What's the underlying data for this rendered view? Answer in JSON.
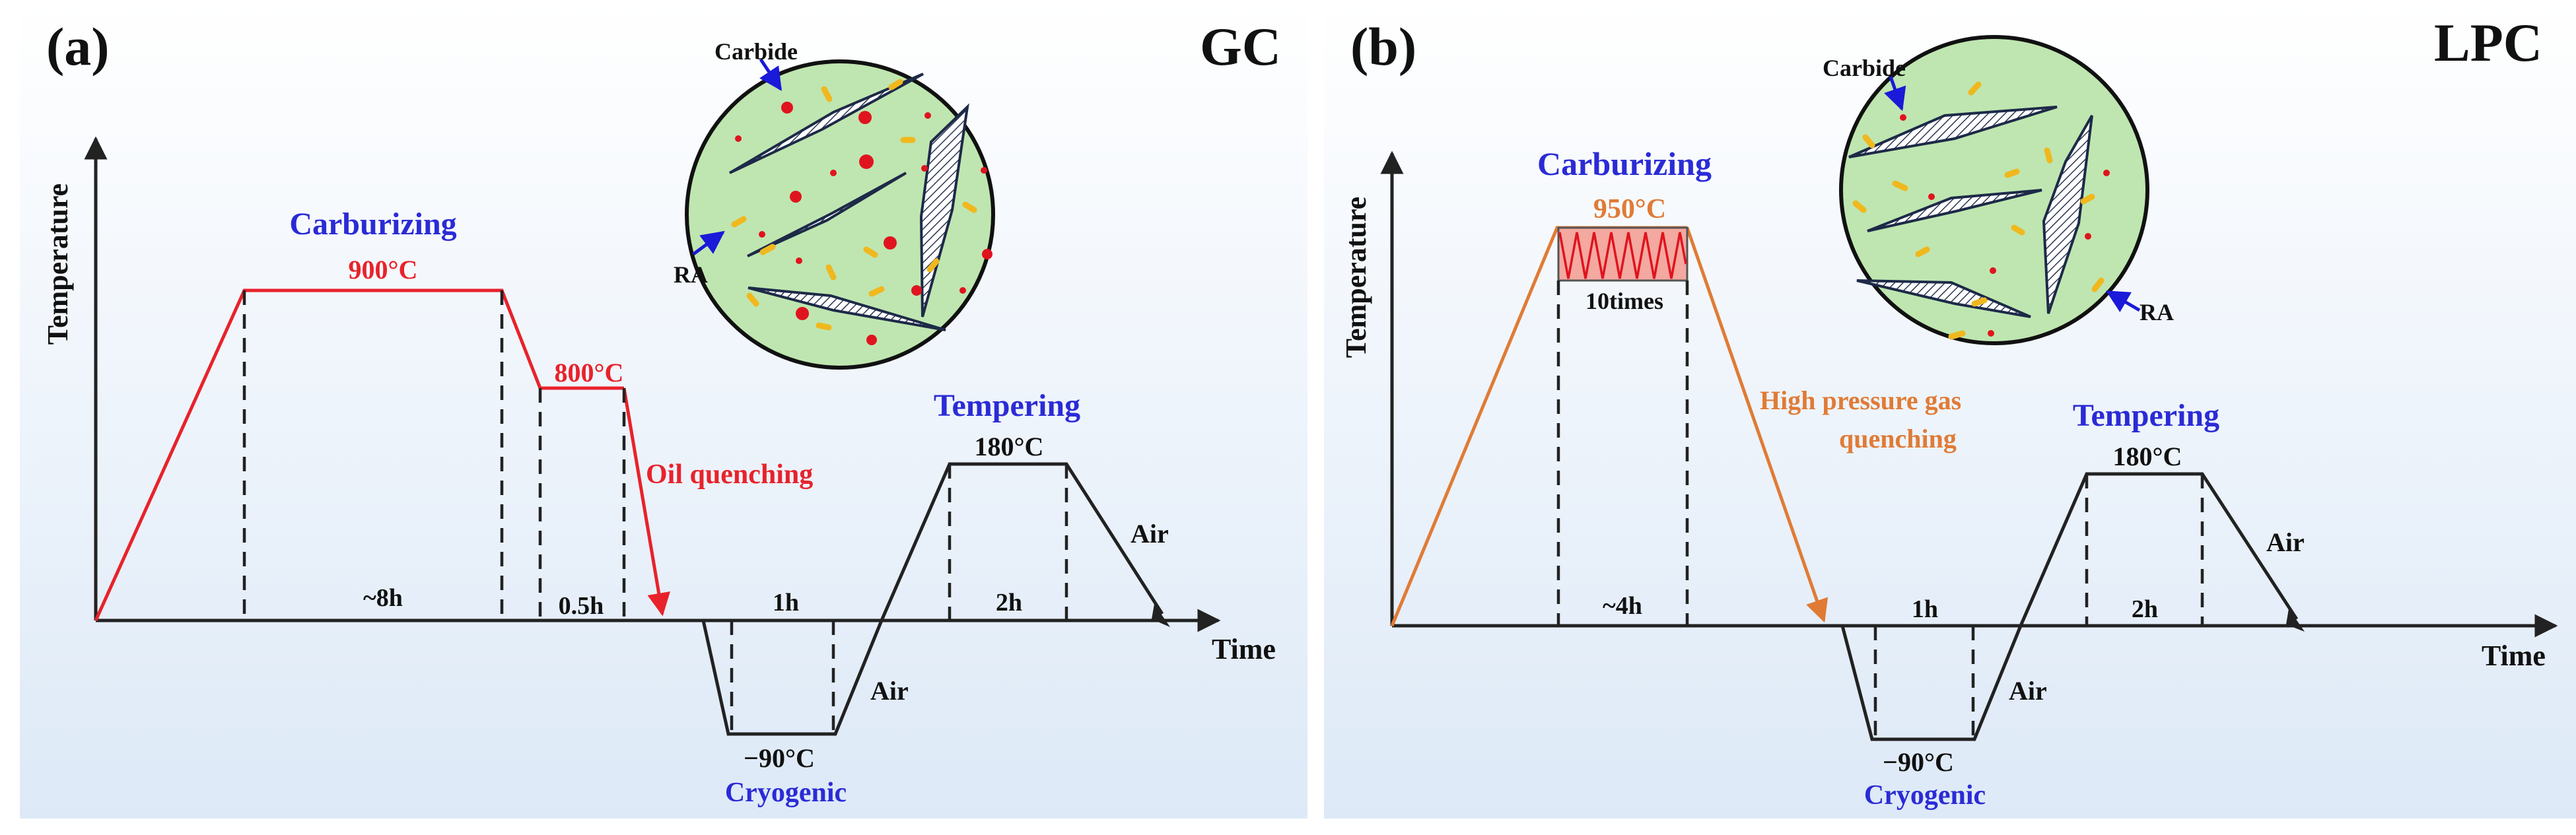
{
  "colors": {
    "panel_top": "#ffffff",
    "panel_bottom": "#dde9f7",
    "axis": "#222222",
    "red_curve": "#e8222b",
    "orange_curve": "#e07b36",
    "blue_text": "#2b2bd6",
    "dash": "#222222",
    "inset_fill": "#bfe6b0",
    "particle_red": "#e0141e",
    "particle_yellow": "#f0b81e",
    "arrow_blue": "#1a1ad8"
  },
  "panel_a": {
    "label": "(a)",
    "tag": "GC",
    "y_axis": "Temperature",
    "x_axis": "Time",
    "carburizing": "Carburizing",
    "carb_temp": "900°C",
    "diffusion_temp": "800°C",
    "quench": "Oil quenching",
    "tempering": "Tempering",
    "temper_temp": "180°C",
    "cryogenic": "Cryogenic",
    "cryo_temp": "−90°C",
    "durations": [
      "~8h",
      "0.5h",
      "1h",
      "2h"
    ],
    "air_1": "Air",
    "air_2": "Air",
    "inset": {
      "carbide": "Carbide",
      "ra": "RA"
    }
  },
  "panel_b": {
    "label": "(b)",
    "tag": "LPC",
    "y_axis": "Temperature",
    "x_axis": "Time",
    "carburizing": "Carburizing",
    "carb_temp": "950°C",
    "pulses": "10times",
    "quench_line1": "High pressure gas",
    "quench_line2": "quenching",
    "tempering": "Tempering",
    "temper_temp": "180°C",
    "cryogenic": "Cryogenic",
    "cryo_temp": "−90°C",
    "durations": [
      "~4h",
      "1h",
      "2h"
    ],
    "air_1": "Air",
    "air_2": "Air",
    "inset": {
      "carbide": "Carbide",
      "ra": "RA"
    }
  }
}
